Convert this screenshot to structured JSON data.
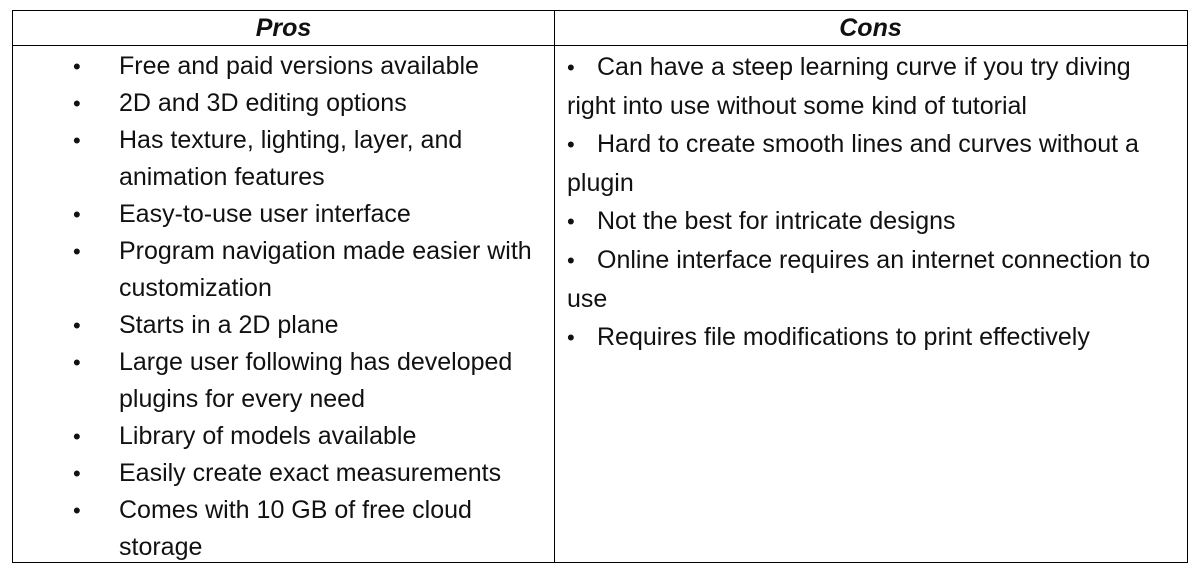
{
  "table": {
    "pros_header": "Pros",
    "cons_header": "Cons",
    "bullet_glyph": "•",
    "pros": [
      "Free and paid versions available",
      "2D and 3D editing options",
      "Has texture, lighting, layer, and animation features",
      "Easy-to-use user interface",
      "Program navigation made easier with customization",
      "Starts in a 2D plane",
      "Large user following has developed plugins for every need",
      "Library of models available",
      "Easily create exact measurements",
      "Comes with 10 GB of free cloud storage"
    ],
    "cons": [
      "Can have a steep learning curve if you try diving right into use without some kind of tutorial",
      "Hard to create smooth lines and curves without a plugin",
      "Not the best for intricate designs",
      "Online interface requires an internet connection to use",
      "Requires file modifications to print effectively"
    ]
  }
}
